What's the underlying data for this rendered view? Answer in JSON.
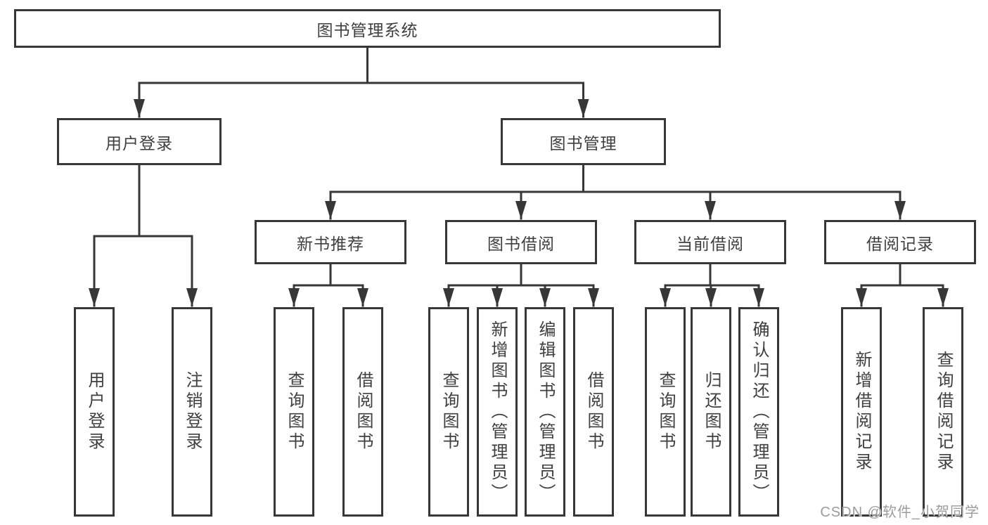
{
  "colors": {
    "line": "#373737",
    "box_border": "#373737",
    "text": "#3f3f3f",
    "background": "#ffffff",
    "watermark": "#9c9c9c"
  },
  "watermark": {
    "text": "CSDN @软件_小贺同学"
  },
  "tree": {
    "label": "图书管理系统",
    "children": [
      {
        "label": "用户登录",
        "children": [
          {
            "label": "用户登录"
          },
          {
            "label": "注销登录"
          }
        ]
      },
      {
        "label": "图书管理",
        "children": [
          {
            "label": "新书推荐",
            "children": [
              {
                "label": "查询图书"
              },
              {
                "label": "借阅图书"
              }
            ]
          },
          {
            "label": "图书借阅",
            "children": [
              {
                "label": "查询图书"
              },
              {
                "label": "新增图书（管理员）"
              },
              {
                "label": "编辑图书（管理员）"
              },
              {
                "label": "借阅图书"
              }
            ]
          },
          {
            "label": "当前借阅",
            "children": [
              {
                "label": "查询图书"
              },
              {
                "label": "归还图书"
              },
              {
                "label": "确认归还（管理员）"
              }
            ]
          },
          {
            "label": "借阅记录",
            "children": [
              {
                "label": "新增借阅记录"
              },
              {
                "label": "查询借阅记录"
              }
            ]
          }
        ]
      }
    ]
  }
}
